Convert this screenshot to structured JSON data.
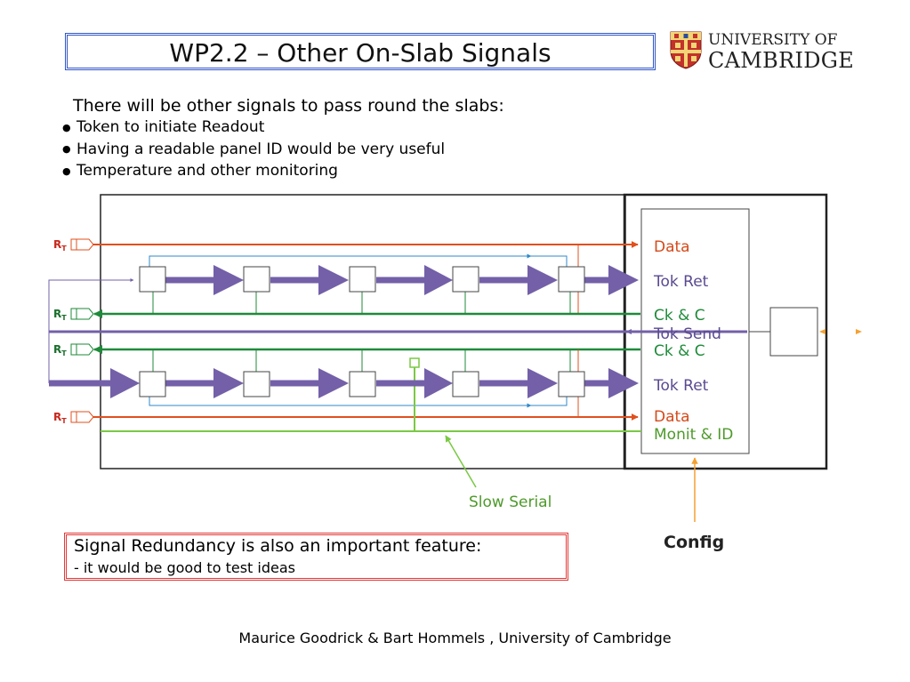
{
  "title": "WP2.2 – Other On-Slab Signals",
  "logo": {
    "line1": "UNIVERSITY OF",
    "line2": "CAMBRIDGE"
  },
  "intro": "There will be other signals to pass round the slabs:",
  "bullets": [
    "Token to initiate Readout",
    "Having a readable panel ID would be very useful",
    "Temperature and other monitoring"
  ],
  "diagram": {
    "terminal": "R",
    "terminal_sub": "T",
    "signals": {
      "data_top": "Data",
      "tok_ret_top": "Tok Ret",
      "ck_c_top": "Ck & C",
      "tok_send": "Tok Send",
      "ck_c_bottom": "Ck & C",
      "tok_ret_bottom": "Tok Ret",
      "data_bottom": "Data",
      "monit_id": "Monit & ID"
    },
    "slow_serial": "Slow Serial",
    "config": "Config",
    "colors": {
      "data": "#e0501e",
      "clock": "#1f8a3a",
      "token": "#7360a8",
      "monitor": "#7ac943",
      "bus": "#2f88c8",
      "config": "#f5a030"
    }
  },
  "redundancy": {
    "line1": "Signal Redundancy is also an important feature:",
    "line2": "- it would be good to test ideas"
  },
  "footer": "Maurice Goodrick & Bart Hommels , University of Cambridge"
}
